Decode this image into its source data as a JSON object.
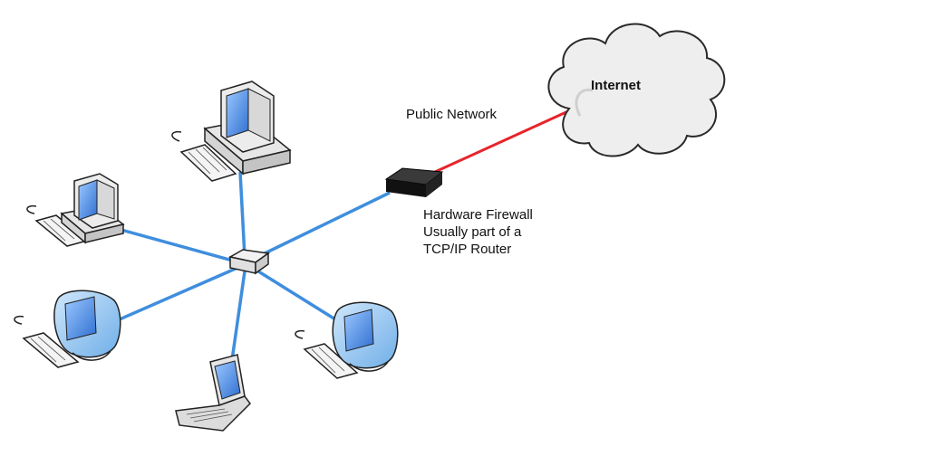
{
  "labels": {
    "internet": "Internet",
    "public_network": "Public Network",
    "firewall_lines": [
      "Hardware Firewall",
      "Usually part of a",
      "TCP/IP Router"
    ]
  },
  "colors": {
    "lan_link": "#3f8ede",
    "public_link": "#e8232b",
    "screen": "#3f7fd8",
    "outline": "#1a1a1a",
    "case": "#e6e6e6",
    "imac_shell": "#8fc3ef"
  },
  "icons": [
    "desktop-computer-icon",
    "imac-computer-icon",
    "laptop-icon",
    "hub-icon",
    "router-firewall-icon",
    "cloud-icon"
  ]
}
